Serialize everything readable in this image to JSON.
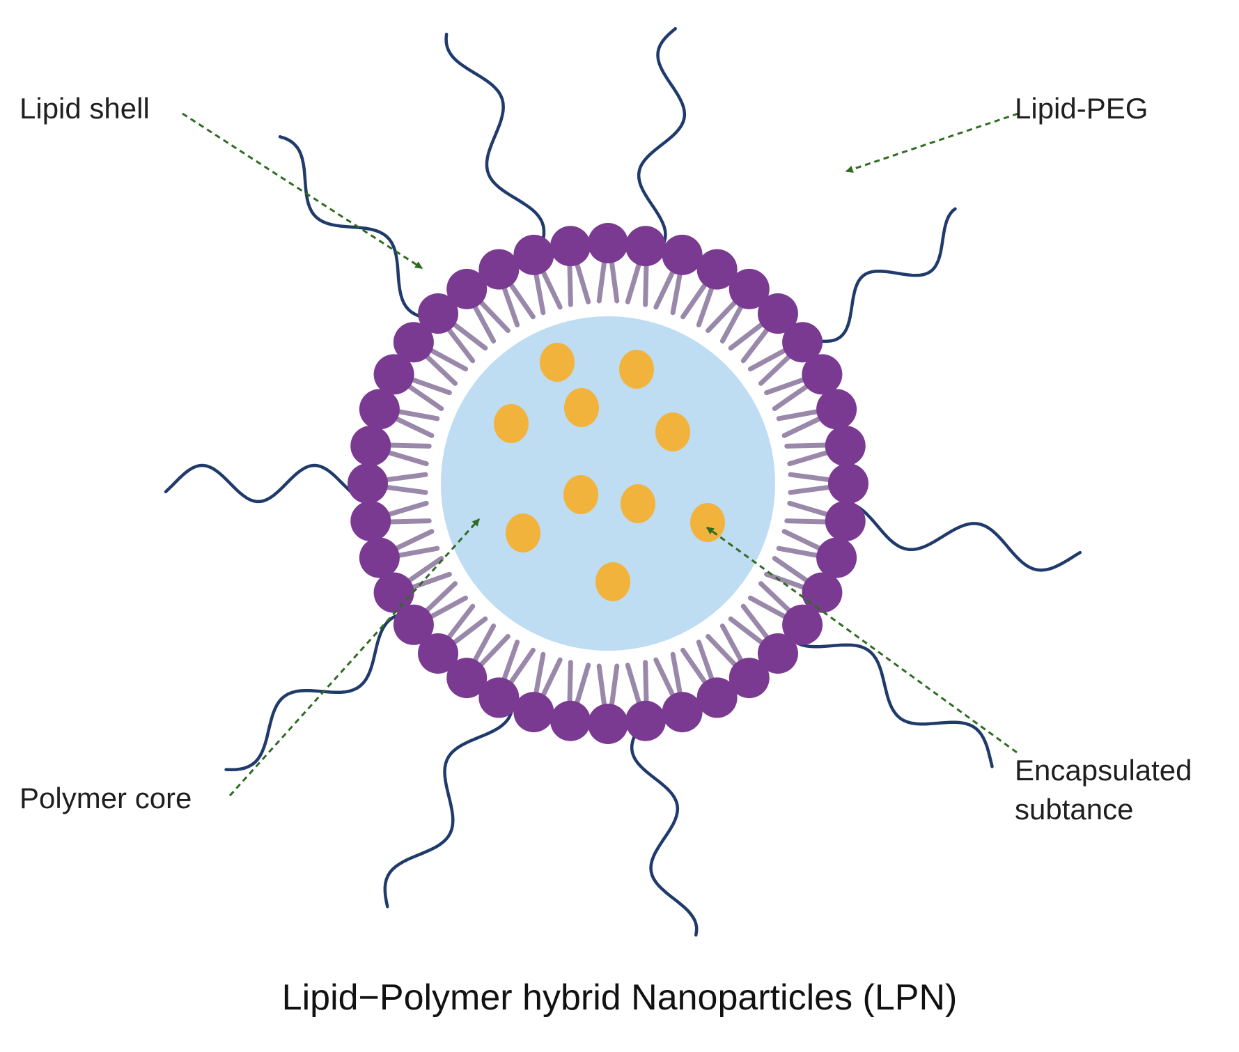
{
  "labels": {
    "lipid_shell": "Lipid shell",
    "lipid_peg": "Lipid-PEG",
    "polymer_core": "Polymer core",
    "encapsulated_line1": "Encapsulated",
    "encapsulated_line2": "subtance"
  },
  "title": "Lipid−Polymer hybrid Nanoparticles (LPN)",
  "colors": {
    "lipid_head": "#7a3a91",
    "lipid_tail": "#9a88aa",
    "polymer_core": "#bedcf2",
    "encapsulated_particle": "#f2b33d",
    "peg_chain": "#1f3a6b",
    "arrow": "#2f6b21",
    "label_text": "#1f1f1f"
  }
}
